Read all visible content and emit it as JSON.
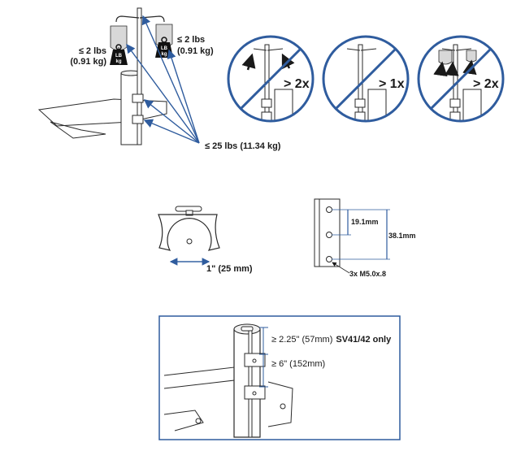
{
  "weight_limits": {
    "left_bag_top": "≤ 2 lbs",
    "left_bag_bottom": "(0.91 kg)",
    "right_bag_top": "≤ 2 lbs",
    "right_bag_bottom": "(0.91 kg)",
    "total": "≤ 25 lbs (11.34 kg)",
    "weight_badge_top": "LB",
    "weight_badge_bottom": "kg"
  },
  "prohibitions": [
    {
      "label": "> 2x"
    },
    {
      "label": "> 1x"
    },
    {
      "label": "> 2x"
    }
  ],
  "clamp": {
    "diameter_label": "1\" (25 mm)"
  },
  "mount_plate": {
    "spacing_small": "19.1mm",
    "spacing_large": "38.1mm",
    "screw_spec": "3x M5.0x.8"
  },
  "clearance": {
    "top_prefix": "≥ 2.25\" (57mm)",
    "top_suffix": "SV41/42 only",
    "mid": "≥ 6\" (152mm)"
  },
  "colors": {
    "accent_blue": "#2f5c9e",
    "ink": "#1a1a1a"
  }
}
